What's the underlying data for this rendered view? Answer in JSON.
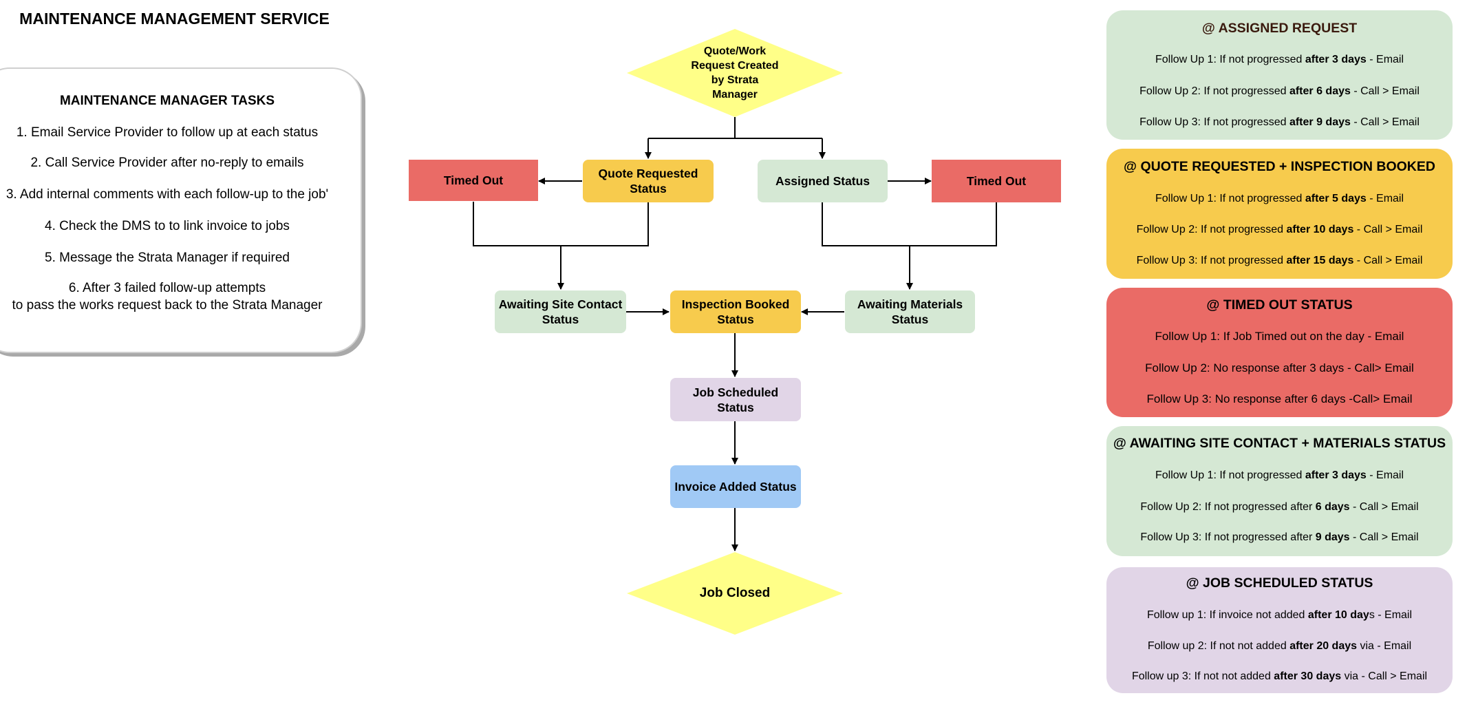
{
  "page_title": "MAINTENANCE MANAGEMENT SERVICE",
  "tasks": {
    "heading": "MAINTENANCE MANAGER TASKS",
    "items": [
      "1. Email Service Provider to follow up at each status",
      "2. Call Service Provider after no-reply to emails",
      "3. Add internal comments with each follow-up to the job'",
      "4. Check the DMS to to link invoice to jobs",
      "5. Message the Strata Manager if required",
      "6. After 3 failed follow-up attempts",
      "to pass the works request back to the Strata Manager"
    ]
  },
  "flow": {
    "start": "Quote/Work Request Created by Strata Manager",
    "timed_out_left": "Timed Out",
    "quote_requested": "Quote Requested Status",
    "assigned": "Assigned Status",
    "timed_out_right": "Timed Out",
    "awaiting_site_contact": "Awaiting Site Contact Status",
    "inspection_booked": "Inspection Booked Status",
    "awaiting_materials": "Awaiting Materials Status",
    "job_scheduled": "Job Scheduled Status",
    "invoice_added": "Invoice Added Status",
    "job_closed": "Job Closed"
  },
  "colors": {
    "yellow_diamond": "#ffff88",
    "orange": "#f7cb4d",
    "green": "#d5e8d4",
    "red": "#ea6b66",
    "purple": "#e1d5e7",
    "blue": "#a0c9f5"
  },
  "rule_cards": [
    {
      "title": "@ ASSIGNED REQUEST",
      "color": "#d5e8d4",
      "lines": [
        {
          "pre": "Follow Up 1: If not progressed ",
          "bold": "after 3 days",
          "post": " - Email"
        },
        {
          "pre": "Follow Up 2:  If not progressed ",
          "bold": "after 6 days",
          "post": " - Call > Email"
        },
        {
          "pre": "Follow Up 3: If not progressed ",
          "bold": "after 9 days",
          "post": " - Call > Email"
        }
      ]
    },
    {
      "title": "@ QUOTE REQUESTED + INSPECTION BOOKED",
      "color": "#f7cb4d",
      "lines": [
        {
          "pre": "Follow Up 1: If not progressed ",
          "bold": "after 5 days",
          "post": " - Email"
        },
        {
          "pre": "Follow Up 2:  If not progressed ",
          "bold": "after 10 days",
          "post": " - Call > Email"
        },
        {
          "pre": "Follow Up 3: If not progressed ",
          "bold": "after 15 days",
          "post": " - Call > Email"
        }
      ]
    },
    {
      "title": "@ TIMED OUT STATUS",
      "color": "#ea6b66",
      "lines": [
        {
          "pre": "Follow Up 1: If Job Timed out on the day - Email",
          "bold": "",
          "post": ""
        },
        {
          "pre": "Follow Up 2: No response after 3 days - Call> Email",
          "bold": "",
          "post": ""
        },
        {
          "pre": "Follow Up 3: No response after 6 days -Call> Email",
          "bold": "",
          "post": ""
        }
      ]
    },
    {
      "title": "@ AWAITING SITE CONTACT + MATERIALS STATUS",
      "color": "#d5e8d4",
      "lines": [
        {
          "pre": "Follow Up 1: If not progressed ",
          "bold": "after 3 days",
          "post": " - Email"
        },
        {
          "pre": "Follow Up 2:  If not progressed after ",
          "bold": "6 days",
          "post": " - Call > Email"
        },
        {
          "pre": "Follow Up 3: If not progressed after ",
          "bold": "9 days",
          "post": " - Call > Email"
        }
      ]
    },
    {
      "title": "@ JOB SCHEDULED STATUS",
      "color": "#e1d5e7",
      "lines": [
        {
          "pre": "Follow up 1: If invoice not added ",
          "bold": "after 10 day",
          "post": "s - Email"
        },
        {
          "pre": "Follow up 2: If not not added ",
          "bold": "after 20 days",
          "post": " via - Email"
        },
        {
          "pre": "Follow up 3: If not not added ",
          "bold": "after 30 days",
          "post": " via - Call > Email"
        }
      ]
    }
  ]
}
